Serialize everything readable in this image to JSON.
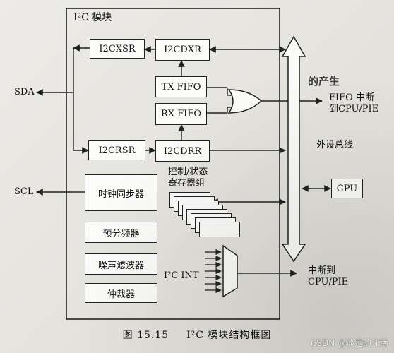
{
  "module": {
    "title": "I²C 模块"
  },
  "pins": {
    "sda": "SDA",
    "scl": "SCL"
  },
  "blocks": {
    "i2cxsr": "I2CXSR",
    "i2cdxr": "I2CDXR",
    "tx_fifo": "TX FIFO",
    "rx_fifo": "RX FIFO",
    "i2crsr": "I2CRSR",
    "i2cdrr": "I2CDRR",
    "clock_sync": "时钟同步器",
    "prescaler": "预分频器",
    "noise_filter": "噪声滤波器",
    "arbiter": "仲裁器",
    "cpu": "CPU"
  },
  "labels": {
    "control_status_line1": "控制/状态",
    "control_status_line2": "寄存器组",
    "i2c_int": "I²C INT",
    "fifo_interrupt_line1": "FIFO 中断",
    "fifo_interrupt_line2": "到CPU/PIE",
    "peripheral_bus": "外设总线",
    "interrupt_line1": "中断到",
    "interrupt_line2": "CPU/PIE"
  },
  "caption": {
    "figure_number": "图 15.15",
    "figure_title": "I²C 模块结构框图"
  },
  "page": {
    "heading_fragment": "生",
    "heading_fragment_2": "的产生"
  },
  "watermark": "CSDN @淡定的江南",
  "colors": {
    "line": "#222222",
    "box_fill": "#fbfbf9",
    "paper": "#e8e6e1"
  }
}
